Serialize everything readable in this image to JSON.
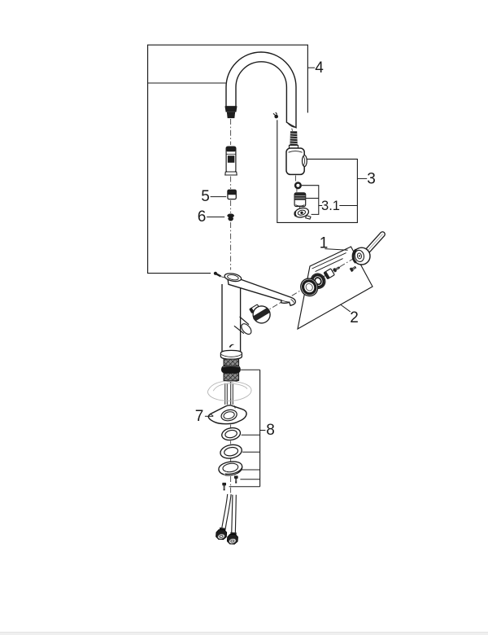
{
  "page": {
    "background_color": "#ffffff",
    "footer_bar_color": "#efefef"
  },
  "diagram": {
    "kind": "exploded-parts-diagram",
    "subject": "single-lever kitchen faucet with pull-out spray",
    "line_color": "#1c1c1c",
    "ghost_line_color": "#b5b5b5",
    "callouts": [
      {
        "id": "1",
        "label": "1"
      },
      {
        "id": "2",
        "label": "2"
      },
      {
        "id": "3",
        "label": "3"
      },
      {
        "id": "3.1",
        "label": "3.1"
      },
      {
        "id": "4",
        "label": "4"
      },
      {
        "id": "5",
        "label": "5"
      },
      {
        "id": "6",
        "label": "6"
      },
      {
        "id": "7",
        "label": "7"
      },
      {
        "id": "8",
        "label": "8"
      }
    ],
    "parts": [
      "spout-group-4",
      "spout-tube",
      "spout-hose-connector",
      "hose-coupling",
      "coupling-nut-5",
      "non-return-valve-6",
      "spray-head-group-3",
      "spray-head",
      "o-ring",
      "mousseur",
      "flow-insert-3-1",
      "handle-group-1",
      "lever-handle",
      "handle-screw",
      "escutcheon-cap",
      "grooved-ring",
      "adapter",
      "cartridge-group-2",
      "cartridge-ball",
      "faucet-body",
      "spout-arm",
      "base-flange",
      "threaded-shank",
      "mounting-rods",
      "stabilizer-wedge-7",
      "fixation-group-8",
      "washer",
      "base-washer",
      "clamp-ring",
      "fixing-screws",
      "supply-hoses"
    ]
  }
}
